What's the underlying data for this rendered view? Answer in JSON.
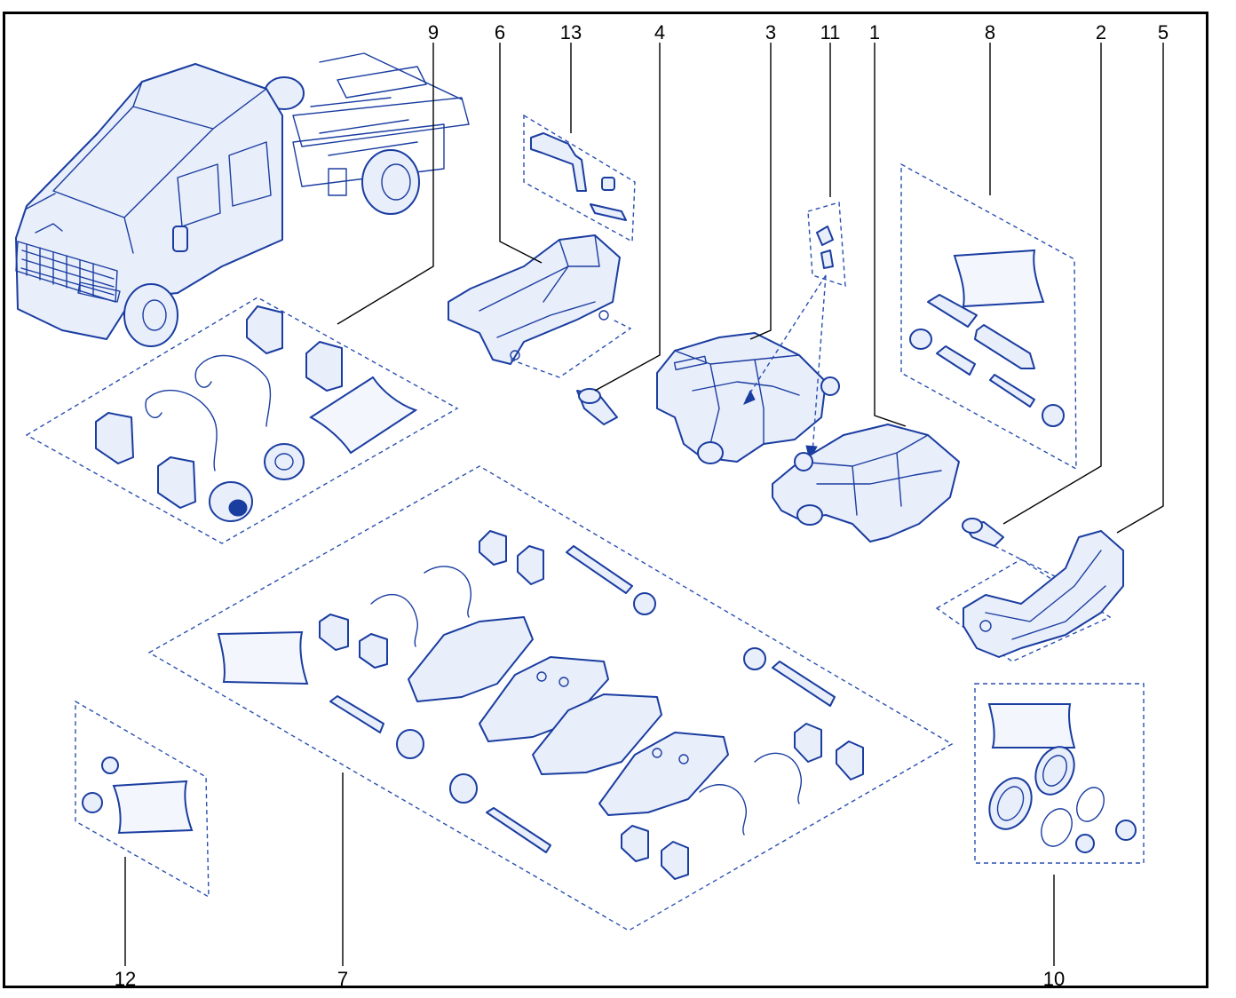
{
  "colors": {
    "line": "#1a3da0",
    "fill": "#e9eefb",
    "frame": "#000000"
  },
  "callouts": [
    {
      "id": "9",
      "label": "9",
      "part": "pad-clip-kit"
    },
    {
      "id": "6",
      "label": "6",
      "part": "caliper-bracket"
    },
    {
      "id": "13",
      "label": "13",
      "part": "wear-sensor-kit"
    },
    {
      "id": "4",
      "label": "4",
      "part": "bracket-bolt"
    },
    {
      "id": "3",
      "label": "3",
      "part": "caliper"
    },
    {
      "id": "11",
      "label": "11",
      "part": "bleed-screw-kit"
    },
    {
      "id": "1",
      "label": "1",
      "part": "caliper"
    },
    {
      "id": "8",
      "label": "8",
      "part": "guide-pin-kit"
    },
    {
      "id": "2",
      "label": "2",
      "part": "bracket-bolt"
    },
    {
      "id": "5",
      "label": "5",
      "part": "caliper-bracket"
    },
    {
      "id": "12",
      "label": "12",
      "part": "dust-cap-kit"
    },
    {
      "id": "7",
      "label": "7",
      "part": "brake-pad-kit"
    },
    {
      "id": "10",
      "label": "10",
      "part": "piston-seal-kit"
    }
  ]
}
